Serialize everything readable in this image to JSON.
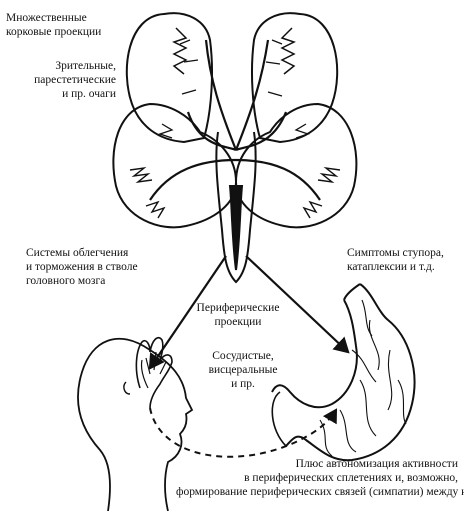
{
  "labels": {
    "cortical": [
      "Множественные",
      "корковые проекции"
    ],
    "visual": [
      "Зрительные,",
      "парестетические",
      "и пр. очаги"
    ],
    "brainstem": [
      "Системы облегчения",
      "и торможения в стволе",
      "головного мозга"
    ],
    "stupor": [
      "Симптомы ступора,",
      "катаплексии и т.д."
    ],
    "peripheral": [
      "Периферические",
      "проекции"
    ],
    "vascular": [
      "Сосудистые,",
      "висцеральные",
      "и пр."
    ],
    "autonomy": [
      "Плюс автономизация активности",
      "в периферических сплетениях и, возможно,",
      "формирование периферических связей (симпатии) между ними"
    ]
  },
  "colors": {
    "ink": "#111111",
    "background": "#ffffff"
  },
  "icons": [
    "brain-lobes",
    "brainstem",
    "human-head",
    "hand",
    "stomach"
  ]
}
